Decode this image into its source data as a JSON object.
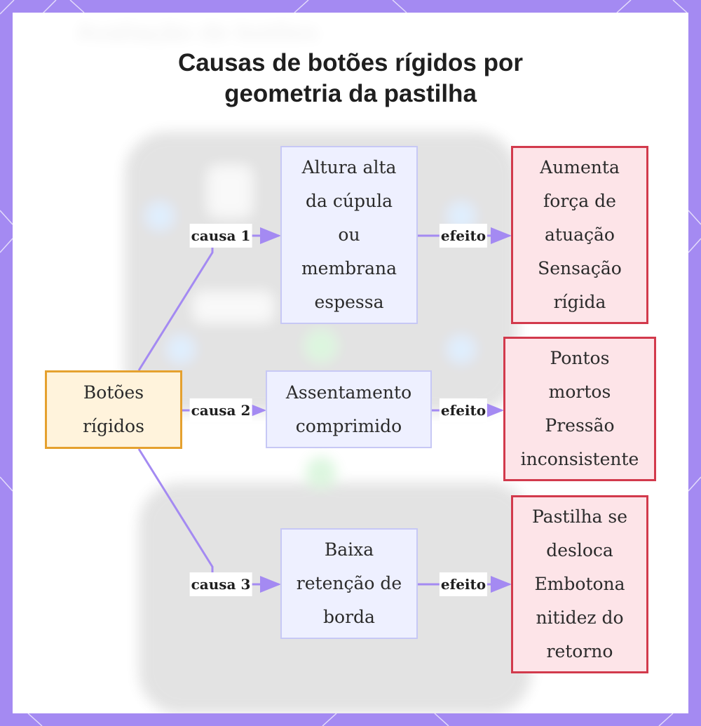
{
  "diagram": {
    "title_lines": [
      "Causas de botões rígidos por",
      "geometria da pastilha"
    ],
    "watermark": "Avaliação de botões",
    "root": {
      "lines": [
        "Botões",
        "rígidos"
      ]
    },
    "branches": [
      {
        "cause_label": "causa 1",
        "cause_lines": [
          "Altura alta",
          "da cúpula",
          "ou",
          "membrana",
          "espessa"
        ],
        "effect_label": "efeito",
        "effect_lines": [
          "Aumenta",
          "força de",
          "atuação",
          "Sensação",
          "rígida"
        ]
      },
      {
        "cause_label": "causa 2",
        "cause_lines": [
          "Assentamento",
          "comprimido"
        ],
        "effect_label": "efeito",
        "effect_lines": [
          "Pontos",
          "mortos",
          "Pressão",
          "inconsistente"
        ]
      },
      {
        "cause_label": "causa 3",
        "cause_lines": [
          "Baixa",
          "retenção de",
          "borda"
        ],
        "effect_label": "efeito",
        "effect_lines": [
          "Pastilha se",
          "desloca",
          "Embotona",
          "nitidez do",
          "retorno"
        ]
      }
    ],
    "colors": {
      "frame": "#a48af2",
      "connector": "#a48af2",
      "root_fill": "#fff3dc",
      "root_border": "#e5a12f",
      "cause_fill": "#eef0ff",
      "cause_border": "#c7c8f5",
      "effect_fill": "#fde4e8",
      "effect_border": "#d23a4c"
    }
  }
}
